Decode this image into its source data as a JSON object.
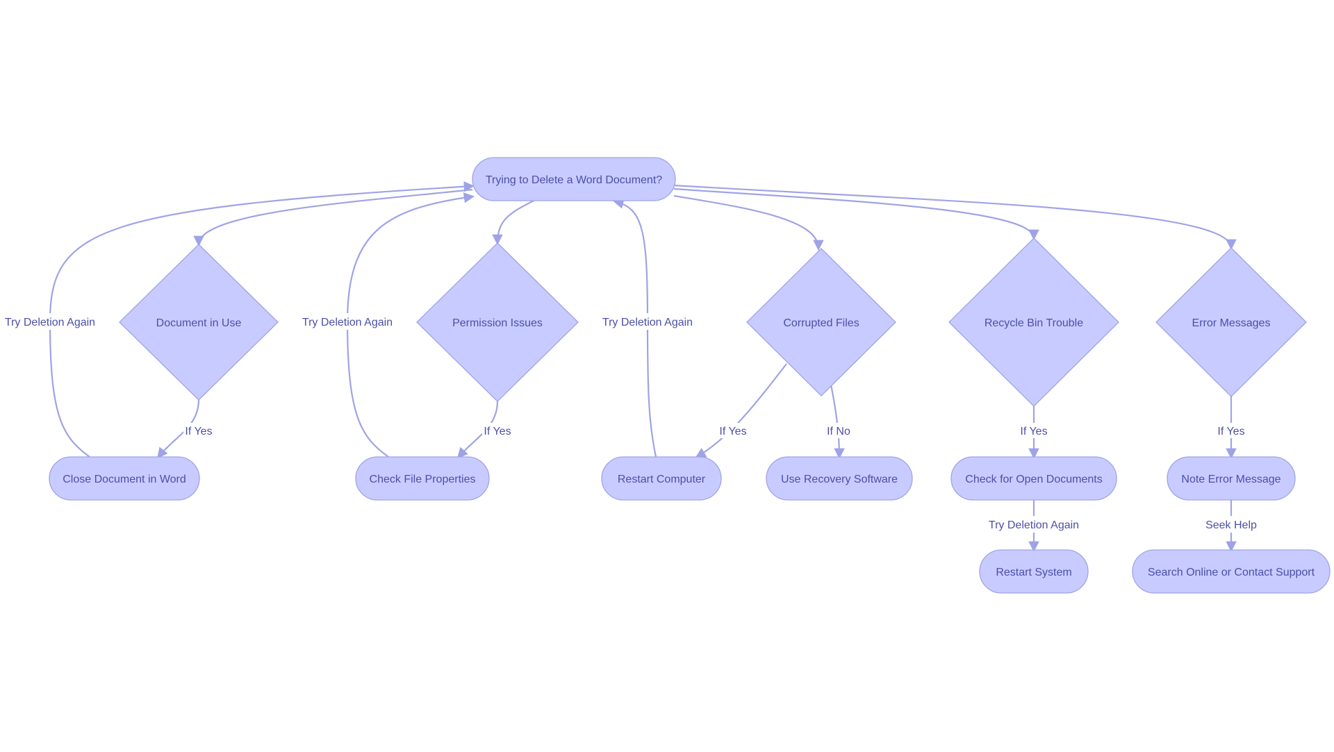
{
  "colors": {
    "node_fill": "#c8cbff",
    "node_stroke": "#9ea3e6",
    "text": "#4b4fa8",
    "edge": "#9ea3e6",
    "background": "#ffffff"
  },
  "nodes": {
    "start": "Trying to Delete a Word Document?",
    "doc_in_use": "Document in Use",
    "permission": "Permission Issues",
    "corrupted": "Corrupted Files",
    "recycle": "Recycle Bin Trouble",
    "errors": "Error Messages",
    "close_doc": "Close Document in Word",
    "check_props": "Check File Properties",
    "restart_computer": "Restart Computer",
    "recovery": "Use Recovery Software",
    "check_open": "Check for Open Documents",
    "restart_system": "Restart System",
    "note_error": "Note Error Message",
    "search_support": "Search Online or Contact Support"
  },
  "edge_labels": {
    "close_retry": "Try Deletion Again",
    "props_retry": "Try Deletion Again",
    "restart_retry": "Try Deletion Again",
    "doc_yes": "If Yes",
    "perm_yes": "If Yes",
    "corrupt_yes": "If Yes",
    "corrupt_no": "If No",
    "recycle_yes": "If Yes",
    "error_yes": "If Yes",
    "open_retry": "Try Deletion Again",
    "seek_help": "Seek Help"
  }
}
